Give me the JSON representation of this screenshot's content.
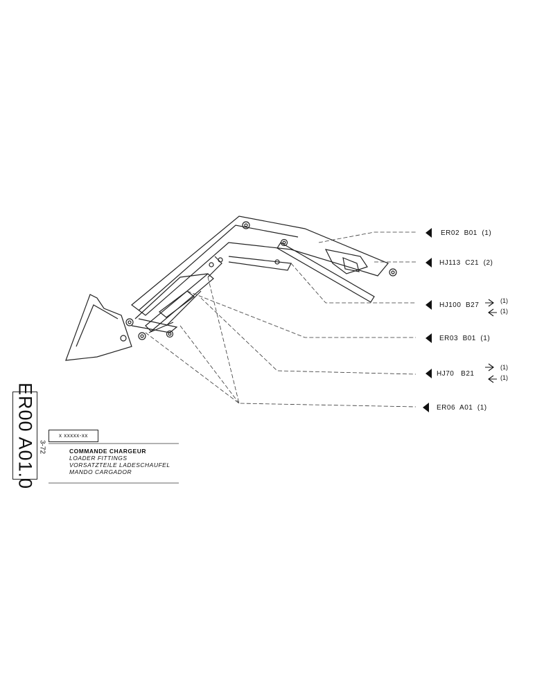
{
  "callouts": [
    {
      "ref": "ER02  B01  (1)"
    },
    {
      "ref": "HJ113  C21  (2)"
    },
    {
      "ref": "HJ100  B27",
      "qty_out": "(1)",
      "qty_in": "(1)"
    },
    {
      "ref": "ER03  B01  (1)"
    },
    {
      "ref": "HJ70   B21",
      "qty_out": "(1)",
      "qty_in": "(1)"
    },
    {
      "ref": "ER06  A01  (1)"
    }
  ],
  "side_code": "ER00 A01.0",
  "side_date": "3-72",
  "title_block": {
    "code": "x  xxxxx-xx",
    "lines": [
      "COMMANDE CHARGEUR",
      "LOADER FITTINGS",
      "VORSATZTEILE LADESCHAUFEL",
      "MANDO CARGADOR"
    ]
  },
  "colors": {
    "ink": "#111111",
    "paper": "#ffffff"
  }
}
